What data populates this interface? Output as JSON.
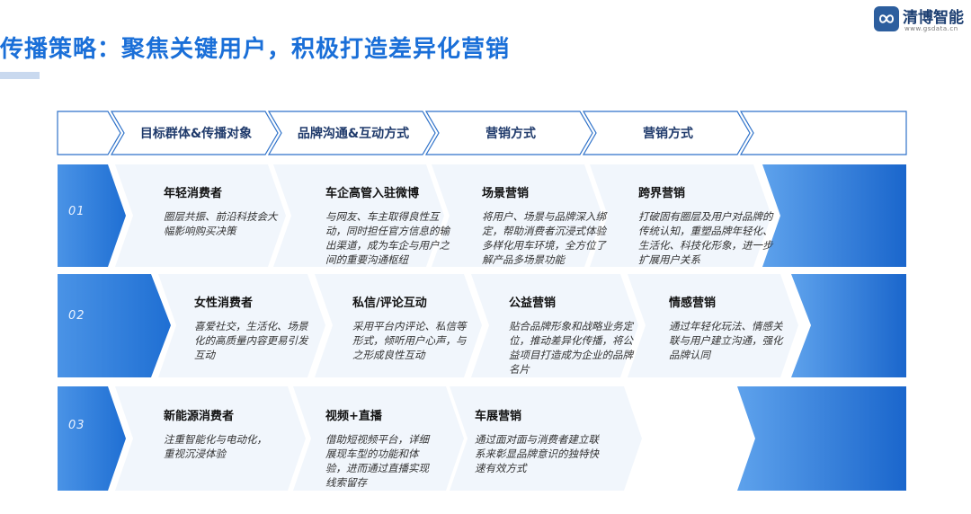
{
  "page": {
    "title": "传播策略：聚焦关键用户，积极打造差异化营销"
  },
  "logo": {
    "name": "清博智能",
    "url": "www.gsdata.cn"
  },
  "colors": {
    "accent": "#1a6fd8",
    "header_border": "#2f72c9",
    "cell_bg": "#f1f6fc",
    "arrow_dark": "#1f6fd3",
    "arrow_light": "#4a93e6"
  },
  "table": {
    "headers": [
      "目标群体&传播对象",
      "品牌沟通&互动方式",
      "营销方式",
      "营销方式"
    ],
    "rows": [
      {
        "num": "01",
        "cells": [
          {
            "title": "年轻消费者",
            "desc": "圈层共振、前沿科技会大幅影响购买决策"
          },
          {
            "title": "车企高管入驻微博",
            "desc": "与网友、车主取得良性互动，同时担任官方信息的输出渠道，成为车企与用户之间的重要沟通枢纽"
          },
          {
            "title": "场景营销",
            "desc": "将用户、场景与品牌深入绑定，帮助消费者沉浸式体验多样化用车环境，全方位了解产品多场景功能"
          },
          {
            "title": "跨界营销",
            "desc": "打破固有圈层及用户对品牌的传统认知，重塑品牌年轻化、生活化、科技化形象，进一步扩展用户关系"
          }
        ]
      },
      {
        "num": "02",
        "cells": [
          {
            "title": "女性消费者",
            "desc": "喜爱社交，生活化、场景化的高质量内容更易引发互动"
          },
          {
            "title": "私信/评论互动",
            "desc": "采用平台内评论、私信等形式，倾听用户心声，与之形成良性互动"
          },
          {
            "title": "公益营销",
            "desc": "贴合品牌形象和战略业务定位，推动差异化传播，将公益项目打造成为企业的品牌名片"
          },
          {
            "title": "情感营销",
            "desc": "通过年轻化玩法、情感关联与用户建立沟通，强化品牌认同"
          }
        ]
      },
      {
        "num": "03",
        "cells": [
          {
            "title": "新能源消费者",
            "desc": "注重智能化与电动化，重视沉浸体验"
          },
          {
            "title": "视频+直播",
            "desc": "借助短视频平台，详细展现车型的功能和体验，进而通过直播实现线索留存"
          },
          {
            "title": "车展营销",
            "desc": "通过面对面与消费者建立联系来彰显品牌意识的独特快速有效方式"
          }
        ]
      }
    ]
  }
}
